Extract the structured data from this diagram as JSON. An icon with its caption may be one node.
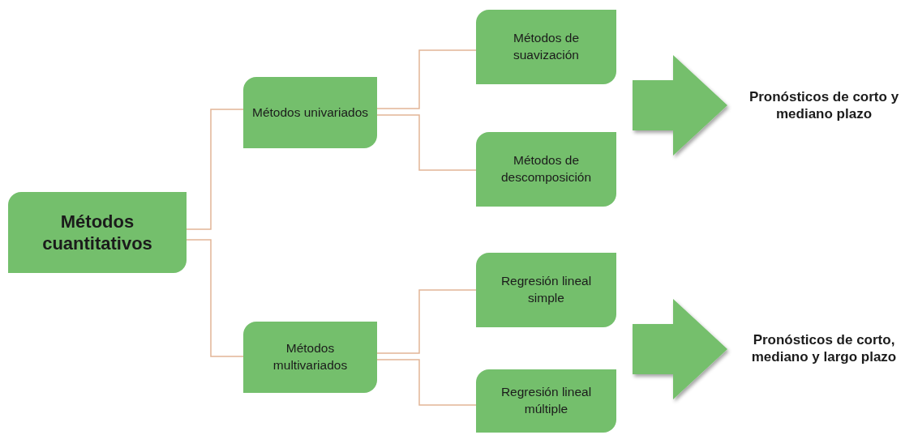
{
  "diagram": {
    "nodes": [
      {
        "text": [
          "Métodos cuantitativos"
        ]
      },
      {
        "text": [
          "Métodos univariados"
        ]
      },
      {
        "text": [
          "Métodos de suavización"
        ]
      },
      {
        "text": [
          "Métodos de descomposición"
        ]
      },
      {
        "text": [
          "Métodos multivariados"
        ]
      },
      {
        "text": [
          "Regresión lineal simple"
        ]
      },
      {
        "text": [
          "Regresión lineal múltiple"
        ]
      },
      {
        "text": [
          "Pronósticos de corto y mediano plazo"
        ]
      },
      {
        "text": [
          "Pronósticos de corto, mediano y largo plazo"
        ]
      }
    ],
    "edges": [
      {
        "from": 0,
        "to": 1,
        "arrow": "none"
      },
      {
        "from": 0,
        "to": 4,
        "arrow": "none"
      },
      {
        "from": 1,
        "to": 2,
        "arrow": "none"
      },
      {
        "from": 1,
        "to": 3,
        "arrow": "none"
      },
      {
        "from": 4,
        "to": 5,
        "arrow": "none"
      },
      {
        "from": 4,
        "to": 6,
        "arrow": "none"
      },
      {
        "from": null,
        "to": 7,
        "arrow": "to",
        "style": "thick",
        "color": "#74bf6c"
      },
      {
        "from": null,
        "to": 8,
        "arrow": "to",
        "style": "thick",
        "color": "#74bf6c"
      }
    ]
  }
}
